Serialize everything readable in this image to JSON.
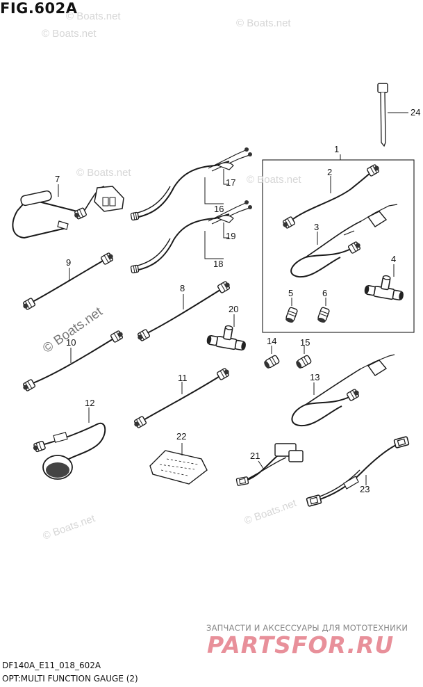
{
  "figure": {
    "title": "FIG.602A",
    "code": "DF140A_E11_018_602A",
    "caption": "OPT:MULTI FUNCTION GAUGE (2)"
  },
  "watermark": {
    "text": "© Boats.net"
  },
  "brand": {
    "subtitle": "ЗАПЧАСТИ И АКСЕССУАРЫ ДЛЯ МОТОТЕХНИКИ",
    "name": "PARTSFOR.RU"
  },
  "callouts": [
    "1",
    "2",
    "3",
    "4",
    "5",
    "6",
    "7",
    "8",
    "9",
    "10",
    "11",
    "12",
    "13",
    "14",
    "15",
    "16",
    "17",
    "18",
    "19",
    "20",
    "21",
    "22",
    "23",
    "24"
  ],
  "colors": {
    "line": "#1a1a1a",
    "part_fill": "#ffffff",
    "part_shade": "#8a8a8a",
    "watermark": "#d6d6d6",
    "brand_red": "#e8909a"
  }
}
